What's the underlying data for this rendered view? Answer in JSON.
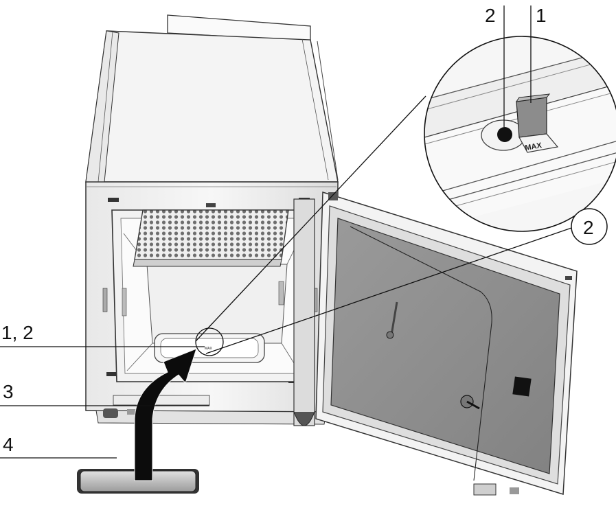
{
  "callouts": {
    "top_2": "2",
    "top_1": "1",
    "detail_circle": "2",
    "left_1_2": "1, 2",
    "left_3": "3",
    "left_4": "4"
  },
  "product_text": {
    "max_mark": "MAX",
    "small_max_mark": "MAX"
  }
}
